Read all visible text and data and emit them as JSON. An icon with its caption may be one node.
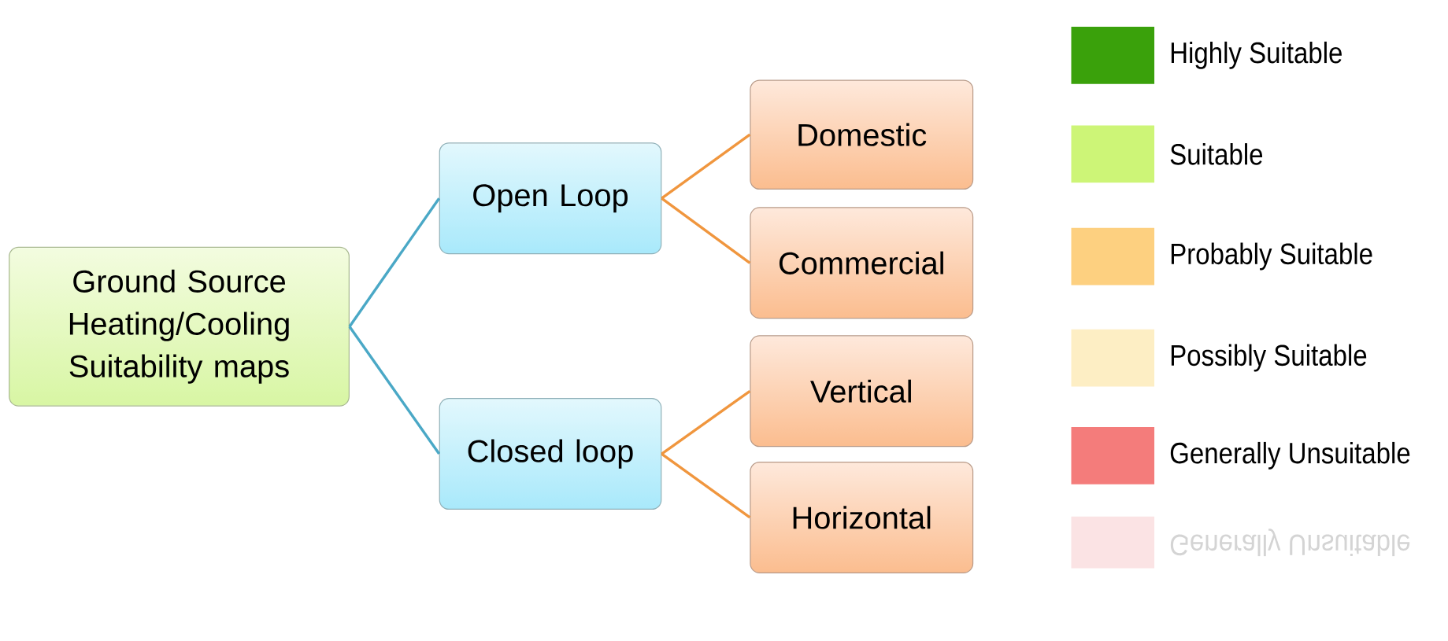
{
  "diagram": {
    "nodes": [
      {
        "text": [
          "Ground Source Heating/Cooling Suitability maps"
        ]
      },
      {
        "text": [
          "Open Loop"
        ]
      },
      {
        "text": [
          "Closed loop"
        ]
      },
      {
        "text": [
          "Domestic"
        ]
      },
      {
        "text": [
          "Commercial"
        ]
      },
      {
        "text": [
          "Vertical"
        ]
      },
      {
        "text": [
          "Horizontal"
        ]
      }
    ],
    "edges": [
      {
        "from": 0,
        "to": 1,
        "arrow": "none",
        "color": "#4aa8c6"
      },
      {
        "from": 0,
        "to": 2,
        "arrow": "none",
        "color": "#4aa8c6"
      },
      {
        "from": 1,
        "to": 3,
        "arrow": "none"
      },
      {
        "from": 1,
        "to": 4,
        "arrow": "none"
      },
      {
        "from": 2,
        "to": 5,
        "arrow": "none"
      },
      {
        "from": 2,
        "to": 6,
        "arrow": "none"
      }
    ],
    "labels": [
      "Generally Unsuitable"
    ],
    "legend": [
      {
        "text": "Highly Suitable",
        "color": "#3aa10b"
      },
      {
        "text": "Suitable",
        "color": "#cdf577"
      },
      {
        "text": "Probably Suitable",
        "color": "#fdd080"
      },
      {
        "text": "Possibly Suitable",
        "color": "#fdeec4"
      },
      {
        "text": "Generally Unsuitable",
        "color": "#f47c7b"
      }
    ]
  }
}
